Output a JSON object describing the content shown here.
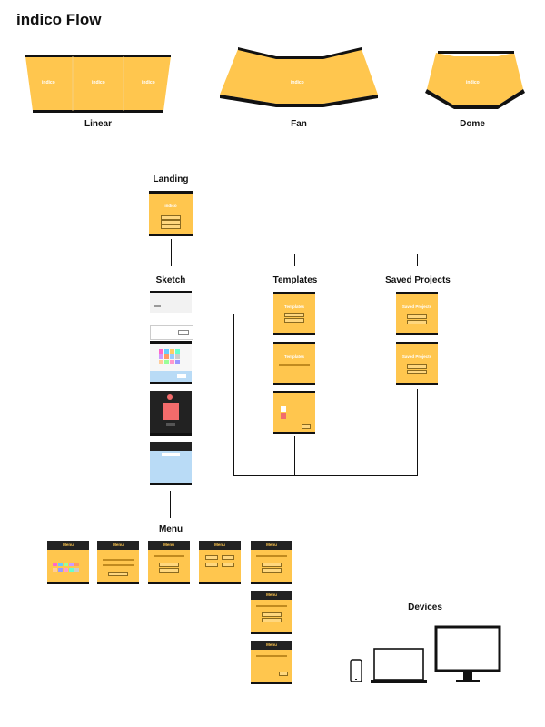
{
  "page_title": "indico Flow",
  "layouts": {
    "linear_label": "Linear",
    "fan_label": "Fan",
    "dome_label": "Dome",
    "screen_text": "indico"
  },
  "flow": {
    "landing": "Landing",
    "sketch": "Sketch",
    "templates": "Templates",
    "saved_projects": "Saved Projects",
    "menu": "Menu",
    "devices": "Devices",
    "screen_text": "indico",
    "templates_text": "Templates",
    "saved_text": "Saved Projects",
    "menu_text": "Menu"
  },
  "colors": {
    "screen": "#FFC64E",
    "bezel": "#111111",
    "dark": "#222222",
    "light_blue": "#B9DBF6",
    "red": "#F26B6B"
  },
  "icons": [
    "phone-icon",
    "laptop-icon",
    "monitor-icon"
  ]
}
